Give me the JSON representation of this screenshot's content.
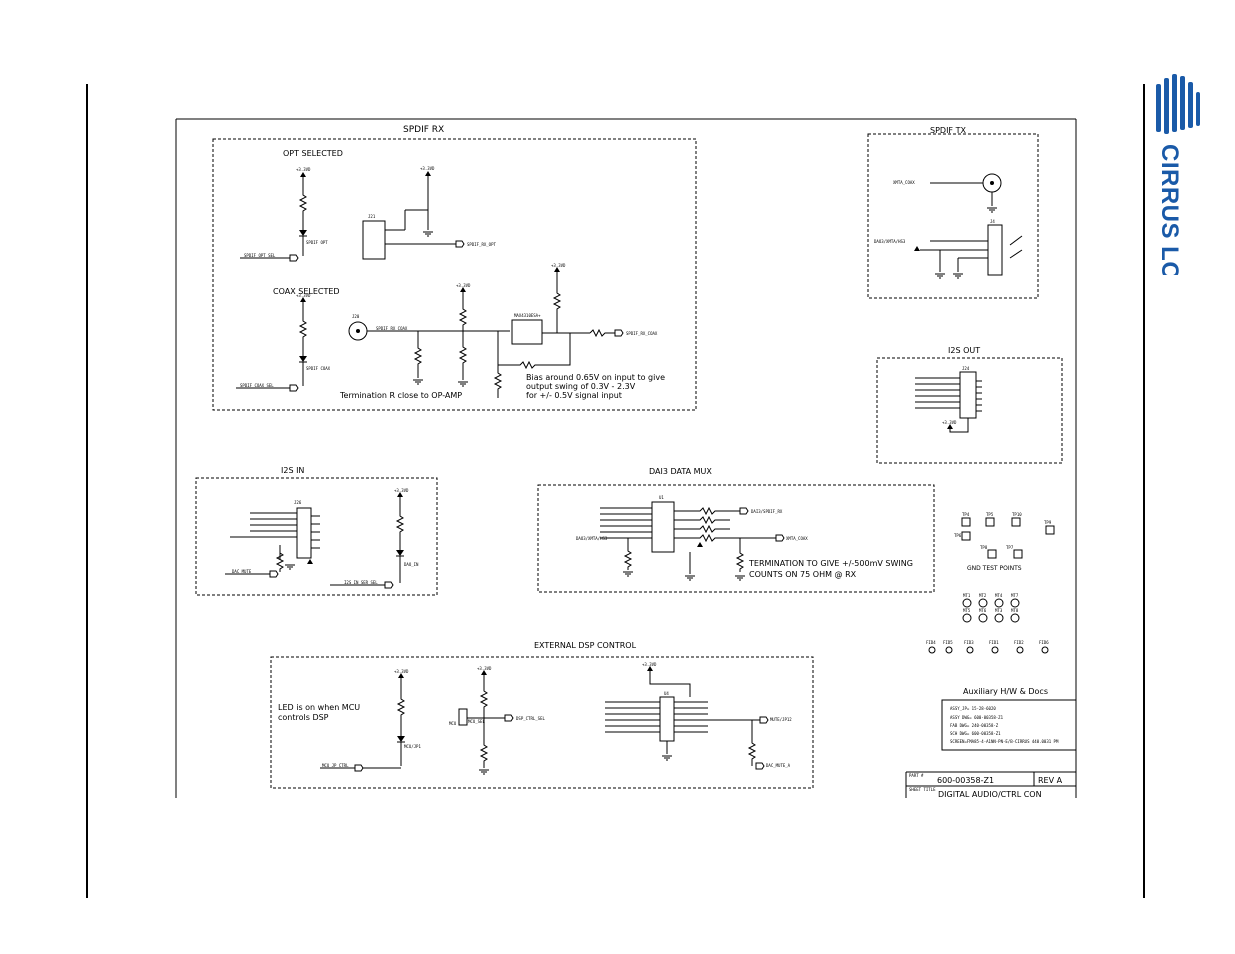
{
  "brand": {
    "name": "CIRRUS LOGIC",
    "color": "#1a5aa8"
  },
  "blocks": {
    "spdif_rx": "SPDIF RX",
    "spdif_tx": "SPDIF TX",
    "i2s_out": "I2S OUT",
    "i2s_in": "I2S IN",
    "dai3_mux": "DAI3 DATA MUX",
    "ext_dsp": "EXTERNAL DSP CONTROL",
    "aux": "Auxiliary H/W & Docs"
  },
  "sub": {
    "opt_selected": "OPT SELECTED",
    "coax_selected": "COAX SELECTED",
    "gnd_test_points": "GND TEST POINTS"
  },
  "notes": {
    "termination_r": "Termination R close to OP-AMP",
    "bias_1": "Bias around 0.65V on input to give",
    "bias_2": "output swing of 0.3V - 2.3V",
    "bias_3": "for +/- 0.5V signal input",
    "term_swing_1": "TERMINATION TO GIVE +/-500mV SWING",
    "term_swing_2": "COUNTS ON 75 OHM @ RX",
    "led_1": "LED is on when MCU",
    "led_2": "controls DSP"
  },
  "nets": {
    "v33": "+3.3VD",
    "spdif_opt_sel": "SPDIF_OPT_SEL",
    "spdif_coax_sel": "SPDIF_COAX_SEL",
    "spdif_rx_opt": "SPDIF_RX_OPT",
    "spdif_rx_coax": "SPDIF_RX_COAX",
    "xmta_coax": "XMTA_COAX",
    "dao3_xmta": "DAO3/XMTA/HS3",
    "dac_mute": "DAC_MUTE",
    "i2s_in_ser_sel": "I2S_IN_SER_SEL",
    "dsp_ctrl_sel": "DSP_CTRL_SEL",
    "mcu_jp_ctrl": "MCU_JP_CTRL",
    "dai3_spdif_rx": "DAI3/SPDIF_RX",
    "mute_jp12": "MUTE/JP12",
    "dac_mute2": "DAC_MUTE_A"
  },
  "parts": {
    "j21": "J21",
    "j20": "J20",
    "j24": "J24",
    "j26": "J26",
    "j4": "J4",
    "u4": "U4",
    "u1": "U1",
    "max": "MAX4310ESA+",
    "spdif_opt": "SPDIF OPT",
    "spdif_coax": "SPDIF COAX",
    "dao_in": "DAO_IN",
    "mcu_jp1": "MCU/JP1",
    "mcu": "MCU",
    "mcu_sel": "MCU_SEL"
  },
  "title_block": {
    "part_label": "PART #",
    "part_number": "600-00358-Z1",
    "rev": "REV A",
    "sheet_title_label": "SHEET TITLE",
    "sheet_title": "DIGITAL AUDIO/CTRL CON"
  },
  "docs": [
    "ASSY_JP= 15-28-6020",
    "ASSY DWG= 600-00358-Z1",
    "FAB DWG= 240-00358-Z",
    "SCH DWG= 600-00358-Z1",
    "SCREEN=FMA85-4-A1NN-PN-E/B-CIRRUS 440.0031 PM"
  ],
  "test_points": [
    "TP4",
    "TP5",
    "TP10",
    "TP6",
    "TP8",
    "TP7",
    "TP9"
  ],
  "mount_holes": [
    "MT1",
    "MT2",
    "MT4",
    "MT7",
    "MT5",
    "MT6",
    "MT3",
    "MT8"
  ],
  "fiducials": [
    "FID4",
    "FID5",
    "FID3",
    "FID1",
    "FID2",
    "FID6"
  ]
}
